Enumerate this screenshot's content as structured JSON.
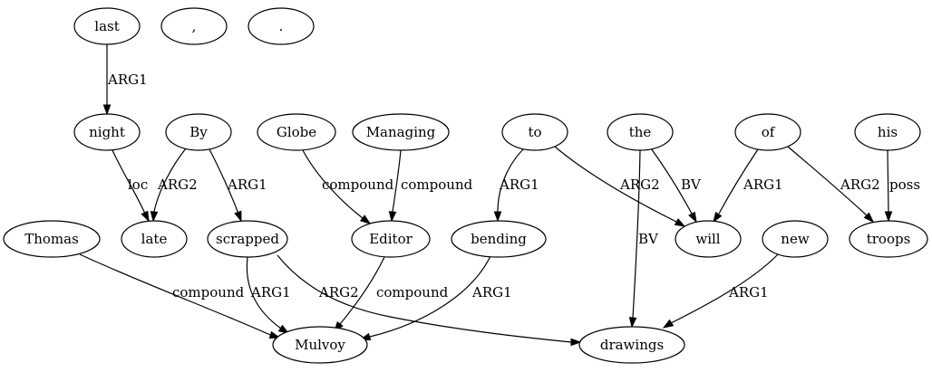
{
  "nodes": [
    {
      "id": "last",
      "label": "last"
    },
    {
      "id": "comma",
      "label": ","
    },
    {
      "id": "period",
      "label": "."
    },
    {
      "id": "night",
      "label": "night"
    },
    {
      "id": "by",
      "label": "By"
    },
    {
      "id": "globe",
      "label": "Globe"
    },
    {
      "id": "managing",
      "label": "Managing"
    },
    {
      "id": "to",
      "label": "to"
    },
    {
      "id": "the",
      "label": "the"
    },
    {
      "id": "of",
      "label": "of"
    },
    {
      "id": "his",
      "label": "his"
    },
    {
      "id": "thomas",
      "label": "Thomas"
    },
    {
      "id": "late",
      "label": "late"
    },
    {
      "id": "scrapped",
      "label": "scrapped"
    },
    {
      "id": "editor",
      "label": "Editor"
    },
    {
      "id": "bending",
      "label": "bending"
    },
    {
      "id": "will",
      "label": "will"
    },
    {
      "id": "new",
      "label": "new"
    },
    {
      "id": "troops",
      "label": "troops"
    },
    {
      "id": "mulvoy",
      "label": "Mulvoy"
    },
    {
      "id": "drawings",
      "label": "drawings"
    }
  ],
  "edges": [
    {
      "from": "last",
      "to": "night",
      "label": "ARG1"
    },
    {
      "from": "night",
      "to": "late",
      "label": "loc"
    },
    {
      "from": "by",
      "to": "late",
      "label": "ARG2"
    },
    {
      "from": "by",
      "to": "scrapped",
      "label": "ARG1"
    },
    {
      "from": "globe",
      "to": "editor",
      "label": "compound"
    },
    {
      "from": "managing",
      "to": "editor",
      "label": "compound"
    },
    {
      "from": "to",
      "to": "bending",
      "label": "ARG1"
    },
    {
      "from": "to",
      "to": "will",
      "label": "ARG2"
    },
    {
      "from": "the",
      "to": "will",
      "label": "BV"
    },
    {
      "from": "the",
      "to": "drawings",
      "label": "BV"
    },
    {
      "from": "of",
      "to": "will",
      "label": "ARG1"
    },
    {
      "from": "of",
      "to": "troops",
      "label": "ARG2"
    },
    {
      "from": "his",
      "to": "troops",
      "label": "poss"
    },
    {
      "from": "thomas",
      "to": "mulvoy",
      "label": "compound"
    },
    {
      "from": "scrapped",
      "to": "mulvoy",
      "label": "ARG1"
    },
    {
      "from": "scrapped",
      "to": "drawings",
      "label": "ARG2"
    },
    {
      "from": "editor",
      "to": "mulvoy",
      "label": "compound"
    },
    {
      "from": "bending",
      "to": "mulvoy",
      "label": "ARG1"
    },
    {
      "from": "new",
      "to": "drawings",
      "label": "ARG1"
    }
  ]
}
